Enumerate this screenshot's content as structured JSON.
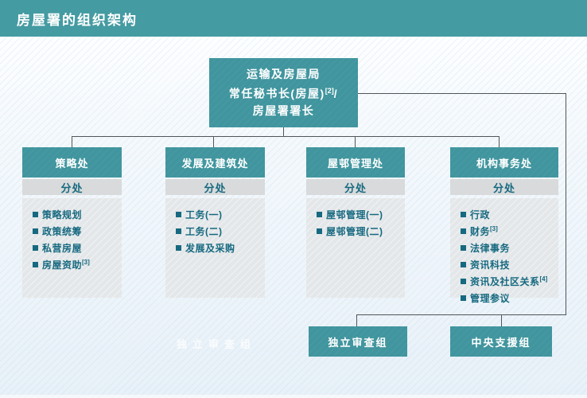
{
  "page": {
    "title": "房屋署的组织架构"
  },
  "colors": {
    "header_bar": "#459ba2",
    "node_teal": "#40959e",
    "subheader_bg": "#d8dadb",
    "panel_bg": "#e4e7e9",
    "text_teal": "#166980",
    "connector_line": "#50565a",
    "background": "#e8f1f8"
  },
  "root_box": {
    "line1": "运输及房屋局",
    "line2": "常任秘书长(房屋)",
    "line2_sup": "[2]",
    "line2_tail": "/",
    "line3": "房屋署署长"
  },
  "divisions": [
    {
      "title": "策略处",
      "subheader": "分处",
      "items": [
        {
          "text": "策略规划"
        },
        {
          "text": "政策统筹"
        },
        {
          "text": "私营房屋"
        },
        {
          "text": "房屋资助",
          "sup": "[3]"
        }
      ]
    },
    {
      "title": "发展及建筑处",
      "subheader": "分处",
      "items": [
        {
          "text": "工务(一)"
        },
        {
          "text": "工务(二)"
        },
        {
          "text": "发展及采购"
        }
      ]
    },
    {
      "title": "屋邨管理处",
      "subheader": "分处",
      "items": [
        {
          "text": "屋邨管理(一)"
        },
        {
          "text": "屋邨管理(二)"
        }
      ]
    },
    {
      "title": "机构事务处",
      "subheader": "分处",
      "items": [
        {
          "text": "行政"
        },
        {
          "text": "财务",
          "sup": "[3]"
        },
        {
          "text": "法律事务"
        },
        {
          "text": "资讯科技"
        },
        {
          "text": "资讯及社区关系",
          "sup": "[4]"
        },
        {
          "text": "管理参议"
        }
      ]
    }
  ],
  "units": [
    {
      "label": "独立审查组"
    },
    {
      "label": "中央支援组"
    }
  ],
  "ghost_text": "独立审查组"
}
